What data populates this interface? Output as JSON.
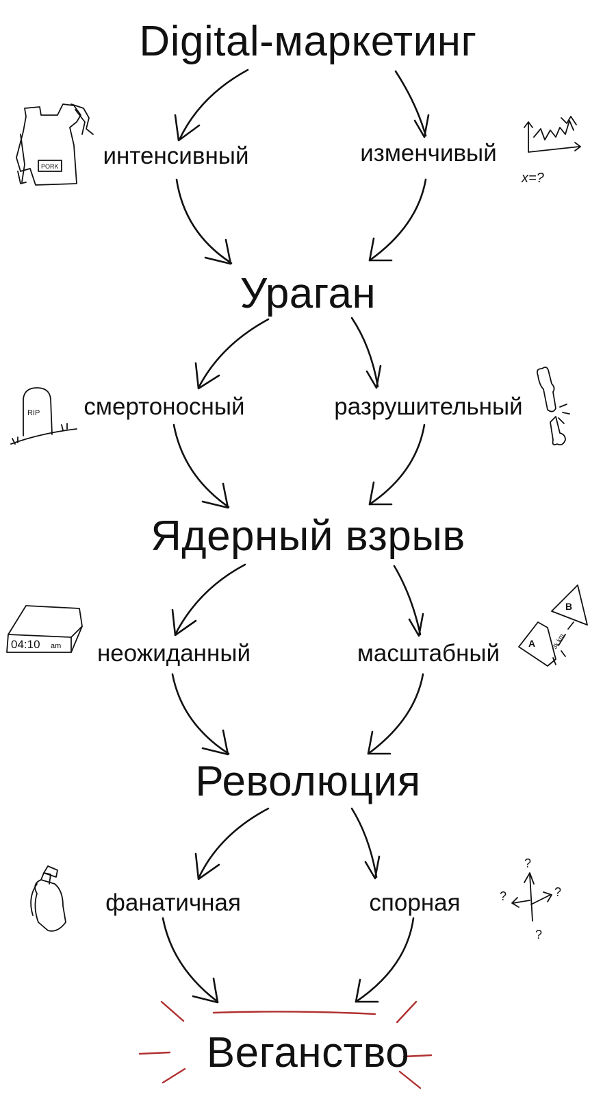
{
  "nodes": {
    "root": "Digital-маркетинг",
    "hurricane": "Ураган",
    "nuclear": "Ядерный взрыв",
    "revolution": "Революция",
    "veganism": "Веганство"
  },
  "adjectives": {
    "intensive": "интенсивный",
    "changeable": "изменчивый",
    "deadly": "смертоносный",
    "destructive": "разрушительный",
    "unexpected": "неожиданный",
    "scalable": "масштабный",
    "fanatical": "фанатичная",
    "controversial": "спорная"
  },
  "doodles": {
    "pork": "PORK",
    "graph_formula": "x=?",
    "rip": "RIP",
    "clock": "04:10",
    "clock_suffix": "am",
    "map_a": "A",
    "map_b": "B",
    "map_distance": "3k km",
    "question": "?"
  },
  "icons": [
    "torn-shirt-icon",
    "graph-scribble-icon",
    "tombstone-icon",
    "broken-bone-icon",
    "alarm-clock-icon",
    "map-distance-icon",
    "grenade-icon",
    "crossroads-arrows-icon"
  ],
  "colors": {
    "ink": "#111111",
    "highlight": "#b03030",
    "background": "#ffffff"
  }
}
